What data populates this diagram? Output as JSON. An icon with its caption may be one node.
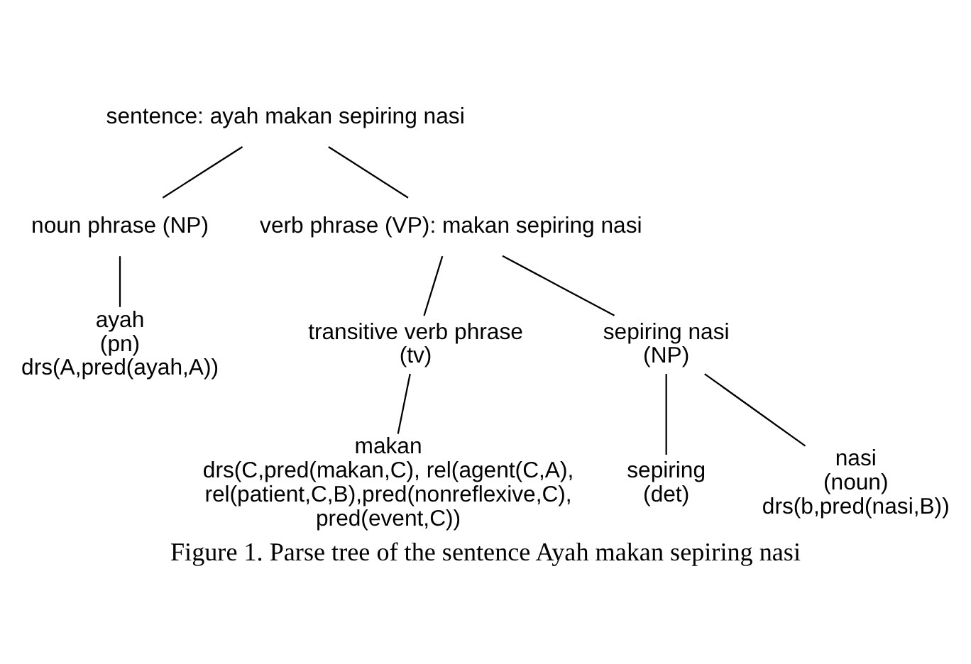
{
  "diagram": {
    "caption": "Figure 1. Parse tree of the sentence Ayah makan sepiring nasi",
    "nodes": [
      {
        "text": [
          "sentence: ayah makan sepiring nasi"
        ]
      },
      {
        "text": [
          "noun phrase (NP)"
        ]
      },
      {
        "text": [
          "verb phrase (VP): makan sepiring nasi"
        ]
      },
      {
        "text": [
          "ayah",
          "(pn)",
          "drs(A,pred(ayah,A))"
        ]
      },
      {
        "text": [
          "transitive verb phrase",
          "(tv)"
        ]
      },
      {
        "text": [
          "sepiring nasi",
          "(NP)"
        ]
      },
      {
        "text": [
          "makan",
          "drs(C,pred(makan,C), rel(agent(C,A), rel(patient,C,B),pred(nonreflexive,C), pred(event,C))"
        ]
      },
      {
        "text": [
          "sepiring",
          "(det)"
        ]
      },
      {
        "text": [
          "nasi",
          "(noun)",
          "drs(b,pred(nasi,B))"
        ]
      }
    ],
    "edges": [
      {
        "from": 0,
        "to": 1,
        "arrow": "none"
      },
      {
        "from": 0,
        "to": 2,
        "arrow": "none"
      },
      {
        "from": 1,
        "to": 3,
        "arrow": "none"
      },
      {
        "from": 2,
        "to": 4,
        "arrow": "none"
      },
      {
        "from": 2,
        "to": 5,
        "arrow": "none"
      },
      {
        "from": 4,
        "to": 6,
        "arrow": "none"
      },
      {
        "from": 5,
        "to": 7,
        "arrow": "none"
      },
      {
        "from": 5,
        "to": 8,
        "arrow": "none"
      }
    ]
  }
}
